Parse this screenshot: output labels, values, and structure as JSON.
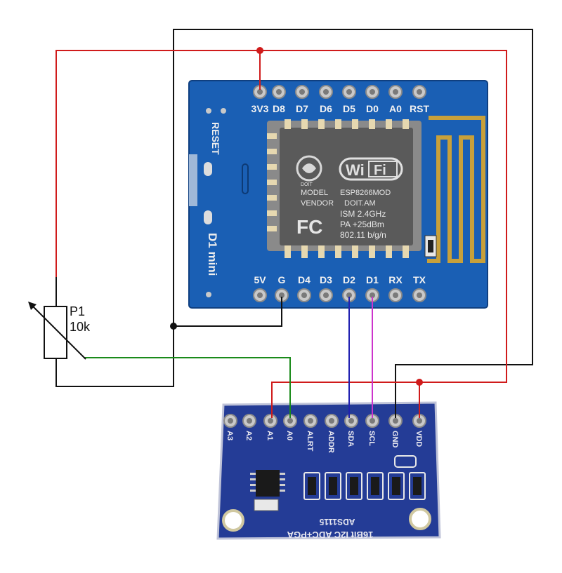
{
  "wemos": {
    "top_pins": [
      "3V3",
      "D8",
      "D7",
      "D6",
      "D5",
      "D0",
      "A0",
      "RST"
    ],
    "bottom_pins": [
      "5V",
      "G",
      "D4",
      "D3",
      "D2",
      "D1",
      "RX",
      "TX"
    ],
    "reset_label": "RESET",
    "board_name": "D1 mini",
    "module": {
      "brand": "DOIT",
      "wifi_text": "Wi",
      "wifi_box": "Fi",
      "model_key": "MODEL",
      "model_val": "ESP8266MOD",
      "vendor_key": "VENDOR",
      "vendor_val": "DOIT.AM",
      "ism": "ISM  2.4GHz",
      "pa": "PA  +25dBm",
      "std": "802.11 b/g/n",
      "fc": "FC"
    }
  },
  "ads": {
    "pins": [
      "A3",
      "A2",
      "A1",
      "A0",
      "ALRT",
      "ADDR",
      "SDA",
      "SCL",
      "GND",
      "VDD"
    ],
    "name": "ADS1115",
    "desc": "16Bit I2C ADC+PGA"
  },
  "pot": {
    "ref": "P1",
    "value": "10k"
  },
  "colors": {
    "vcc_wire": "#d01b1b",
    "gnd_wire": "#111111",
    "sda_wire": "#2020b0",
    "scl_wire": "#cc33cc",
    "signal_wire": "#1a8a1a",
    "pcb_wemos": "#1a5fb4",
    "pcb_ads": "#243c96"
  }
}
